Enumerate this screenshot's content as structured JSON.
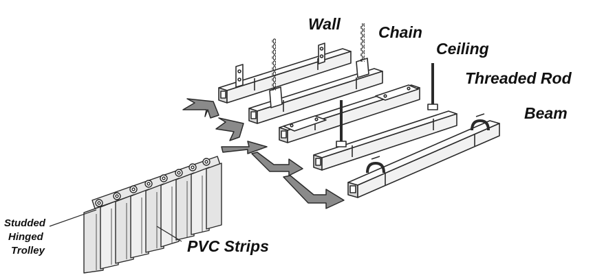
{
  "labels": {
    "wall": "Wall",
    "chain": "Chain",
    "ceiling": "Ceiling",
    "threaded_rod": "Threaded Rod",
    "beam": "Beam",
    "pvc_strips": "PVC Strips",
    "trolley_line1": "Studded",
    "trolley_line2": "Hinged",
    "trolley_line3": "Trolley"
  },
  "colors": {
    "line": "#2a2a2a",
    "rail_fill": "#f4f4f4",
    "arrow_fill": "#8a8a8a",
    "strip_fill": "#ececec"
  }
}
